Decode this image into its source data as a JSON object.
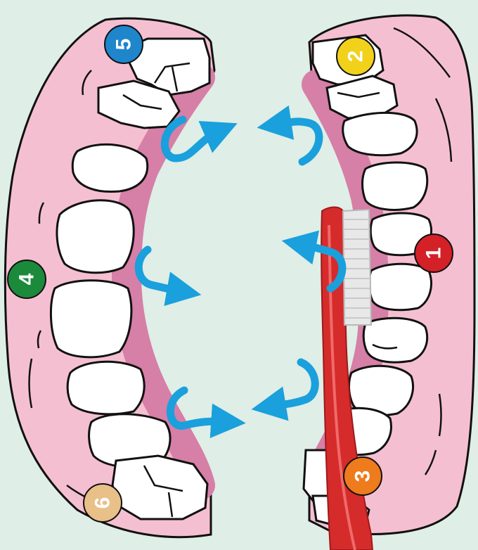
{
  "diagram": {
    "background_color": "#dfeee6",
    "gum_color": "#f5bfd2",
    "inner_gum_color": "#d67fa7",
    "tooth_color": "#ffffff",
    "arrow_color": "#1aa0dc",
    "toothbrush": {
      "handle_color": "#d62b2b",
      "bristle_color": "#e8e8e8"
    },
    "steps": [
      {
        "label": "1",
        "color": "#d42027",
        "icon": "number-badge"
      },
      {
        "label": "2",
        "color": "#f2d11b",
        "icon": "number-badge"
      },
      {
        "label": "3",
        "color": "#ee7b1c",
        "icon": "number-badge"
      },
      {
        "label": "4",
        "color": "#1b8a3b",
        "icon": "number-badge"
      },
      {
        "label": "5",
        "color": "#1f86cc",
        "icon": "number-badge"
      },
      {
        "label": "6",
        "color": "#e8c088",
        "icon": "number-badge"
      }
    ]
  }
}
